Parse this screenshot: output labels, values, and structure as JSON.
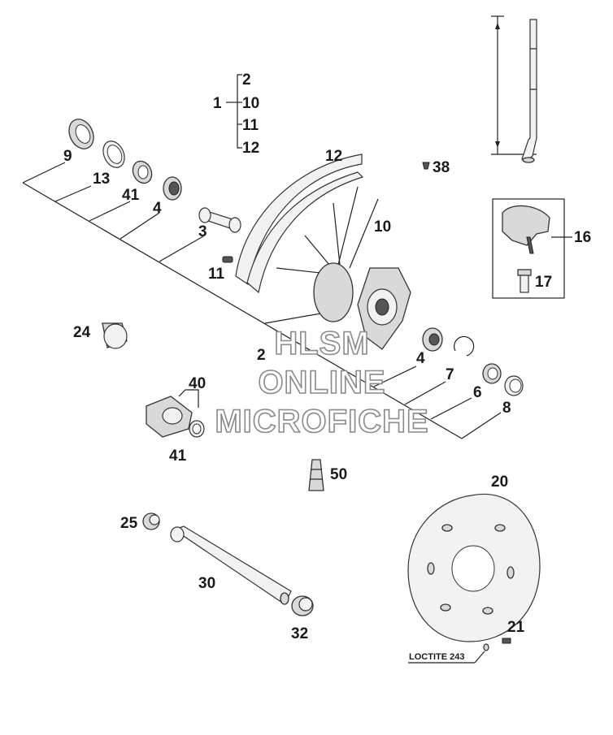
{
  "callouts": {
    "c1": "1",
    "c2_top": "2",
    "c10_top": "10",
    "c11_top": "11",
    "c12_top": "12",
    "c9": "9",
    "c13": "13",
    "c41_top": "41",
    "c4_top": "4",
    "c3": "3",
    "c11": "11",
    "c12_rim": "12",
    "c10_spokes": "10",
    "c38": "38",
    "c16": "16",
    "c17": "17",
    "c24": "24",
    "c2_hub": "2",
    "c4_right": "4",
    "c7": "7",
    "c6": "6",
    "c8": "8",
    "c40": "40",
    "c41_bottom": "41",
    "c50": "50",
    "c20": "20",
    "c25": "25",
    "c30": "30",
    "c32": "32",
    "c21": "21"
  },
  "note": {
    "loctite": "LOCTITE 243"
  },
  "watermark": {
    "line1": "HLSM",
    "line2": "ONLINE",
    "line3": "MICROFICHE"
  }
}
